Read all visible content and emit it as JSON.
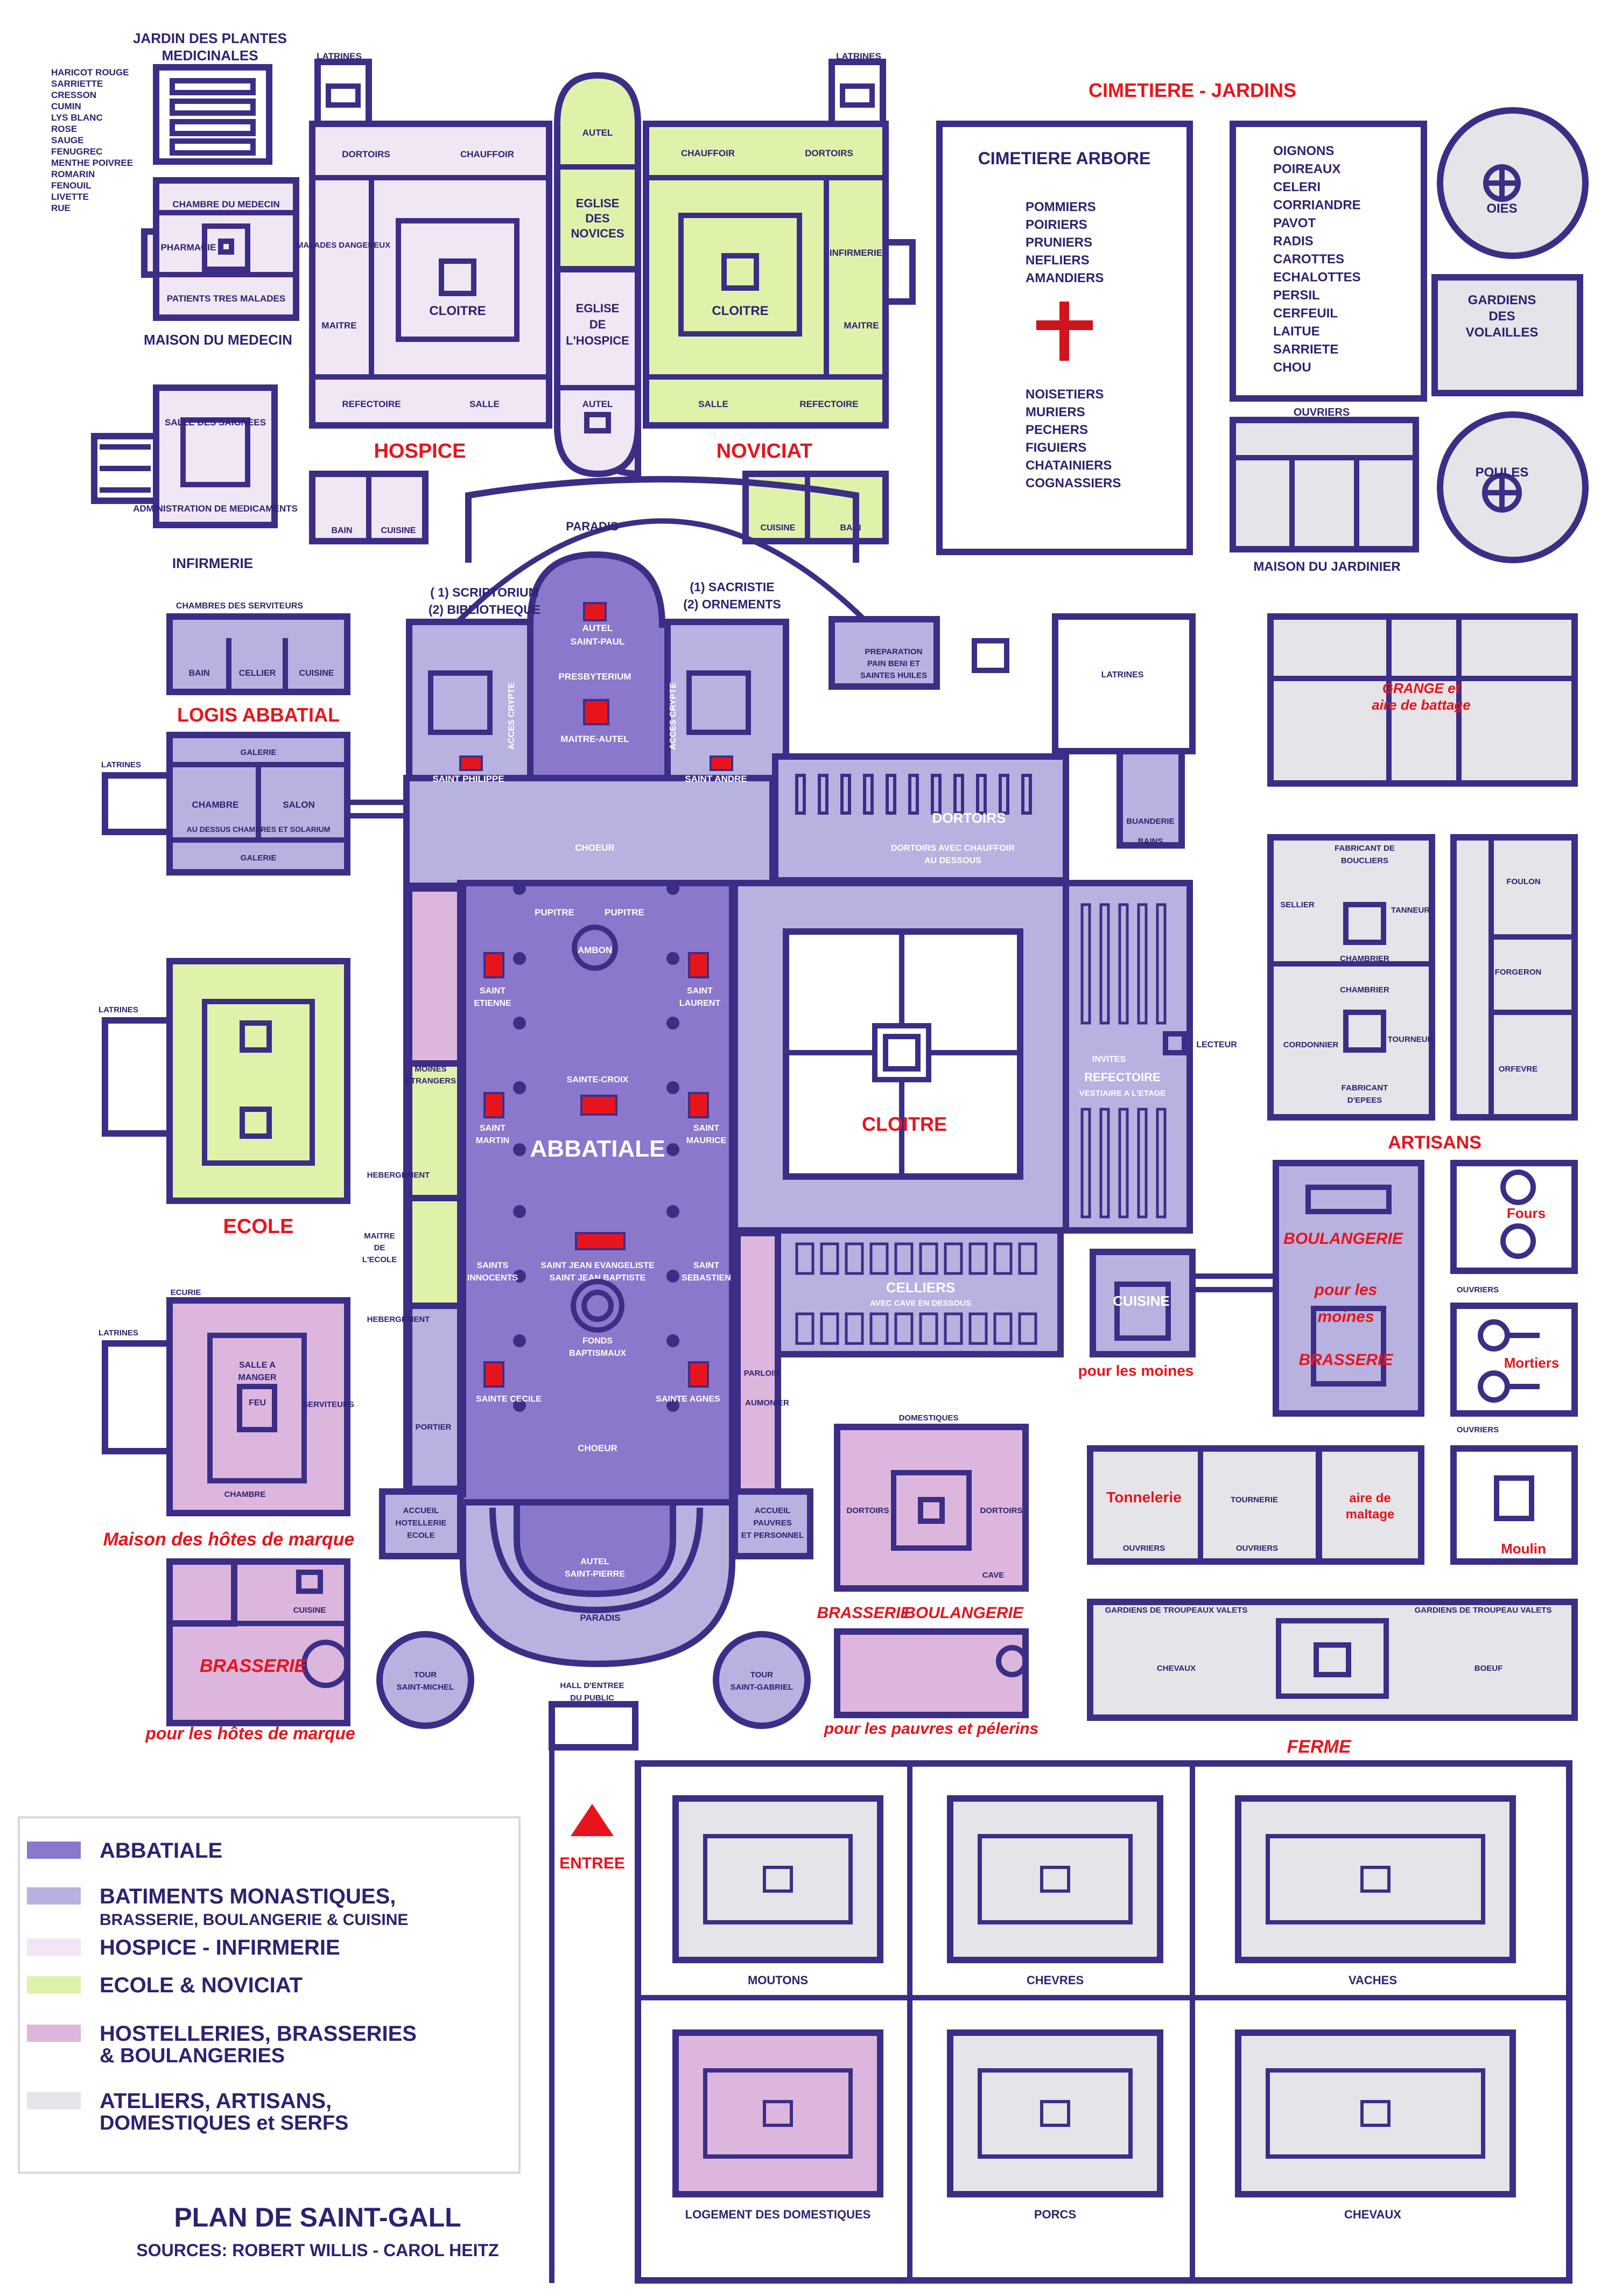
{
  "title": "PLAN DE SAINT-GALL",
  "sources": "SOURCES: ROBERT WILLIS - CAROL HEITZ",
  "colors": {
    "abbatiale": "#8b77cc",
    "monastique": "#b7b2e0",
    "hospice": "#f1e6f4",
    "ecole": "#dff2aa",
    "hostellerie": "#dcb6dd",
    "ateliers": "#e5e4e8",
    "outline": "#3c2e86",
    "red": "#e8141c"
  },
  "legend": [
    {
      "label": "ABBATIALE",
      "color": "#8b77cc"
    },
    {
      "label": "BATIMENTS MONASTIQUES,",
      "sub": "BRASSERIE, BOULANGERIE & CUISINE",
      "color": "#b7b2e0"
    },
    {
      "label": "HOSPICE - INFIRMERIE",
      "color": "#f1e6f4"
    },
    {
      "label": "ECOLE  & NOVICIAT",
      "color": "#dff2aa"
    },
    {
      "label": "HOSTELLERIES, BRASSERIES",
      "sub": "& BOULANGERIES",
      "color": "#dcb6dd"
    },
    {
      "label": "ATELIERS, ARTISANS,",
      "sub": "DOMESTIQUES et SERFS",
      "color": "#e5e4e8"
    }
  ],
  "medicinal_garden": {
    "title1": "JARDIN DES PLANTES",
    "title2": "MEDICINALES",
    "plants": [
      "HARICOT ROUGE",
      "SARRIETTE",
      "CRESSON",
      "CUMIN",
      "LYS BLANC",
      "ROSE",
      "SAUGE",
      "FENUGREC",
      "MENTHE POIVREE",
      "ROMARIN",
      "FENOUIL",
      "LIVETTE",
      "RUE"
    ]
  },
  "cemetery": {
    "header": "CIMETIERE - JARDINS",
    "title": "CIMETIERE ARBORE",
    "trees_top": [
      "POMMIERS",
      "POIRIERS",
      "PRUNIERS",
      "NEFLIERS",
      "AMANDIERS"
    ],
    "trees_bottom": [
      "NOISETIERS",
      "MURIERS",
      "PECHERS",
      "FIGUIERS",
      "CHATAINIERS",
      "COGNASSIERS"
    ],
    "vegetables": [
      "OIGNONS",
      "POIREAUX",
      "CELERI",
      "CORRIANDRE",
      "PAVOT",
      "RADIS",
      "CAROTTES",
      "ECHALOTTES",
      "PERSIL",
      "CERFEUIL",
      "LAITUE",
      "SARRIETE",
      "CHOU"
    ]
  },
  "labels": {
    "latrines": "LATRINES",
    "dortoirs": "DORTOIRS",
    "chauffoir": "CHAUFFOIR",
    "autel": "AUTEL",
    "eglise_novices": "EGLISE DES NOVICES",
    "eglise_hospice": "EGLISE DE L'HOSPICE",
    "malades": "MALADES DANGEREUX",
    "cloitre": "CLOITRE",
    "infirmerie_room": "INFIRMERIE",
    "maitre": "MAITRE",
    "refectoire": "REFECTOIRE",
    "salle": "SALLE",
    "hospice": "HOSPICE",
    "noviciat": "NOVICIAT",
    "bain": "BAIN",
    "cuisine": "CUISINE",
    "chambre_medecin": "CHAMBRE DU MEDECIN",
    "pharmacie": "PHARMACIE",
    "patients": "PATIENTS TRES MALADES",
    "maison_medecin": "MAISON DU MEDECIN",
    "salle_saignees": "SALLE DES SAIGNEES",
    "administration": "ADMINISTRATION DE MEDICAMENTS",
    "infirmerie": "INFIRMERIE",
    "paradis": "PARADIS",
    "scriptorium": "( 1)  SCRIPTORIUM",
    "bibliotheque": "(2)  BIBLIOTHEQUE",
    "sacristie": "(1)  SACRISTIE",
    "ornements": "(2) ORNEMENTS",
    "acces_crypte": "ACCES CRYPTE",
    "autel_paul": "AUTEL SAINT-PAUL",
    "presbyterium": "PRESBYTERIUM",
    "maitre_autel": "MAITRE-AUTEL",
    "saint_philippe": "SAINT PHILIPPE",
    "saint_andre": "SAINT ANDRE",
    "choeur": "CHOEUR",
    "pupitre": "PUPITRE",
    "ambon": "AMBON",
    "saint_etienne": "SAINT ETIENNE",
    "saint_laurent": "SAINT LAURENT",
    "saint_martin": "SAINT MARTIN",
    "saint_maurice": "SAINT MAURICE",
    "abbatiale": "ABBATIALE",
    "saints_innocents": "SAINTS INNOCENTS",
    "saint_jean": "SAINT JEAN EVANGELISTE",
    "saint_jean2": "SAINT JEAN BAPTISTE",
    "saint_sebastien": "SAINT SEBASTIEN",
    "fonds": "FONDS BAPTISMAUX",
    "sainte_croix": "SAINTE-CROIX",
    "sainte_cecile": "SAINTE CECILE",
    "sainte_agnes": "SAINTE AGNES",
    "autel_pierre": "AUTEL SAINT-PIERRE",
    "chambres_serviteurs": "CHAMBRES DES SERVITEURS",
    "cellier": "CELLIER",
    "logis_abbatial": "LOGIS ABBATIAL",
    "galerie": "GALERIE",
    "chambre": "CHAMBRE",
    "salon": "SALON",
    "au_dessus": "AU DESSUS CHAMBRES ET SOLARIUM",
    "preparation": "PREPARATION PAIN BENI ET SAINTES HUILES",
    "dortoirs_chauffoir": "DORTOIRS AVEC CHAUFFOIR AU DESSOUS",
    "buanderie": "BUANDERIE",
    "bains": "BAINS",
    "grange": "GRANGE et aire de battage",
    "moines_etrangers": "MOINES ETRANGERS",
    "cloitre_main": "CLOITRE",
    "invites": "INVITES",
    "refectoire_main": "REFECTOIRE",
    "vestiaire": "VESTIAIRE A L'ETAGE",
    "lecteur": "LECTEUR",
    "hebergement": "HEBERGEMENT",
    "maitre_ecole": "MAITRE DE L'ECOLE",
    "ecole": "ECOLE",
    "celliers": "CELLIERS",
    "avec_cave": "AVEC CAVE EN DESSOUS",
    "cuisine_main": "CUISINE",
    "pour_moines": "pour les moines",
    "parloir": "PARLOIR",
    "aumonier": "AUMONIER",
    "portier": "PORTIER",
    "accueil_ecole": "ACCUEIL HOTELLERIE ECOLE",
    "accueil_pauvres": "ACCUEIL PAUVRES ET PERSONNEL",
    "ecurie": "ECURIE",
    "salle_manger": "SALLE A MANGER",
    "feu": "FEU",
    "serviteurs": "SERVITEURS",
    "maison_hotes": "Maison des hôtes de marque",
    "brasserie": "BRASSERIE",
    "pour_hotes": "pour les hôtes de marque",
    "tour_michel": "TOUR SAINT-MICHEL",
    "tour_gabriel": "TOUR SAINT-GABRIEL",
    "hall": "HALL D'ENTREE DU PUBLIC",
    "entree": "ENTREE",
    "domestiques": "DOMESTIQUES",
    "cave": "CAVE",
    "boulangerie": "BOULANGERIE",
    "pour_pauvres": "pour les pauvres et pélerins",
    "fabricant_boucliers": "FABRICANT DE BOUCLIERS",
    "sellier": "SELLIER",
    "tanneur": "TANNEUR",
    "chambrier": "CHAMBRIER",
    "cordonnier": "CORDONNIER",
    "tourneur": "TOURNEUR",
    "fabricant_epees": "FABRICANT D'EPEES",
    "foulon": "FOULON",
    "forgeron": "FORGERON",
    "orfevre": "ORFEVRE",
    "artisans": "ARTISANS",
    "boulangerie_m": "BOULANGERIE",
    "pour_les": "pour les",
    "moines": "moines",
    "brasserie_m": "BRASSERIE",
    "fours": "Fours",
    "ouvriers": "OUVRIERS",
    "mortiers": "Mortiers",
    "tonnelerie": "Tonnelerie",
    "tourneries": "TOURNERIE",
    "aire_maltage": "aire de maltage",
    "moulin": "Moulin",
    "gardiens1": "GARDIENS DE TROUPEAUX VALETS",
    "gardiens2": "GARDIENS DE TROUPEAU VALETS",
    "chevaux": "CHEVAUX",
    "boeuf": "BOEUF",
    "ferme": "FERME",
    "moutons": "MOUTONS",
    "chevres": "CHEVRES",
    "vaches": "VACHES",
    "logement": "LOGEMENT DES DOMESTIQUES",
    "porcs": "PORCS",
    "oies": "OIES",
    "poules": "POULES",
    "gardiens_volailles": "GARDIENS DES VOLAILLES",
    "maison_jardinier": "MAISON DU JARDINIER"
  }
}
